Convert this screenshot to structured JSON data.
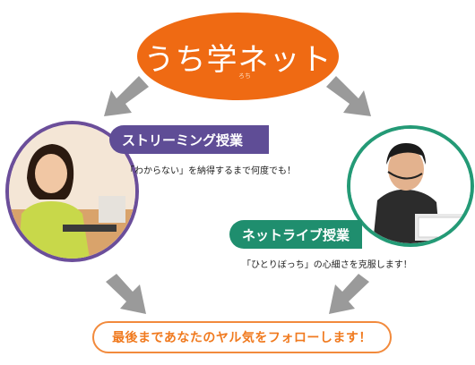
{
  "logo": {
    "text": "うち学ネット",
    "sub": "ろち"
  },
  "streaming": {
    "label": "ストリーミング授業",
    "caption": "「わからない」を納得するまで何度でも！"
  },
  "live": {
    "label": "ネットライブ授業",
    "caption": "「ひとりぼっち」の心細さを克服します！"
  },
  "slogan": "最後まであなたのヤル気をフォローします！",
  "colors": {
    "logo": "#ef6a13",
    "streaming": "#5f4d96",
    "live": "#1f8e6e",
    "arrow": "#9a9a9a",
    "slogan": "#f07a1f"
  }
}
